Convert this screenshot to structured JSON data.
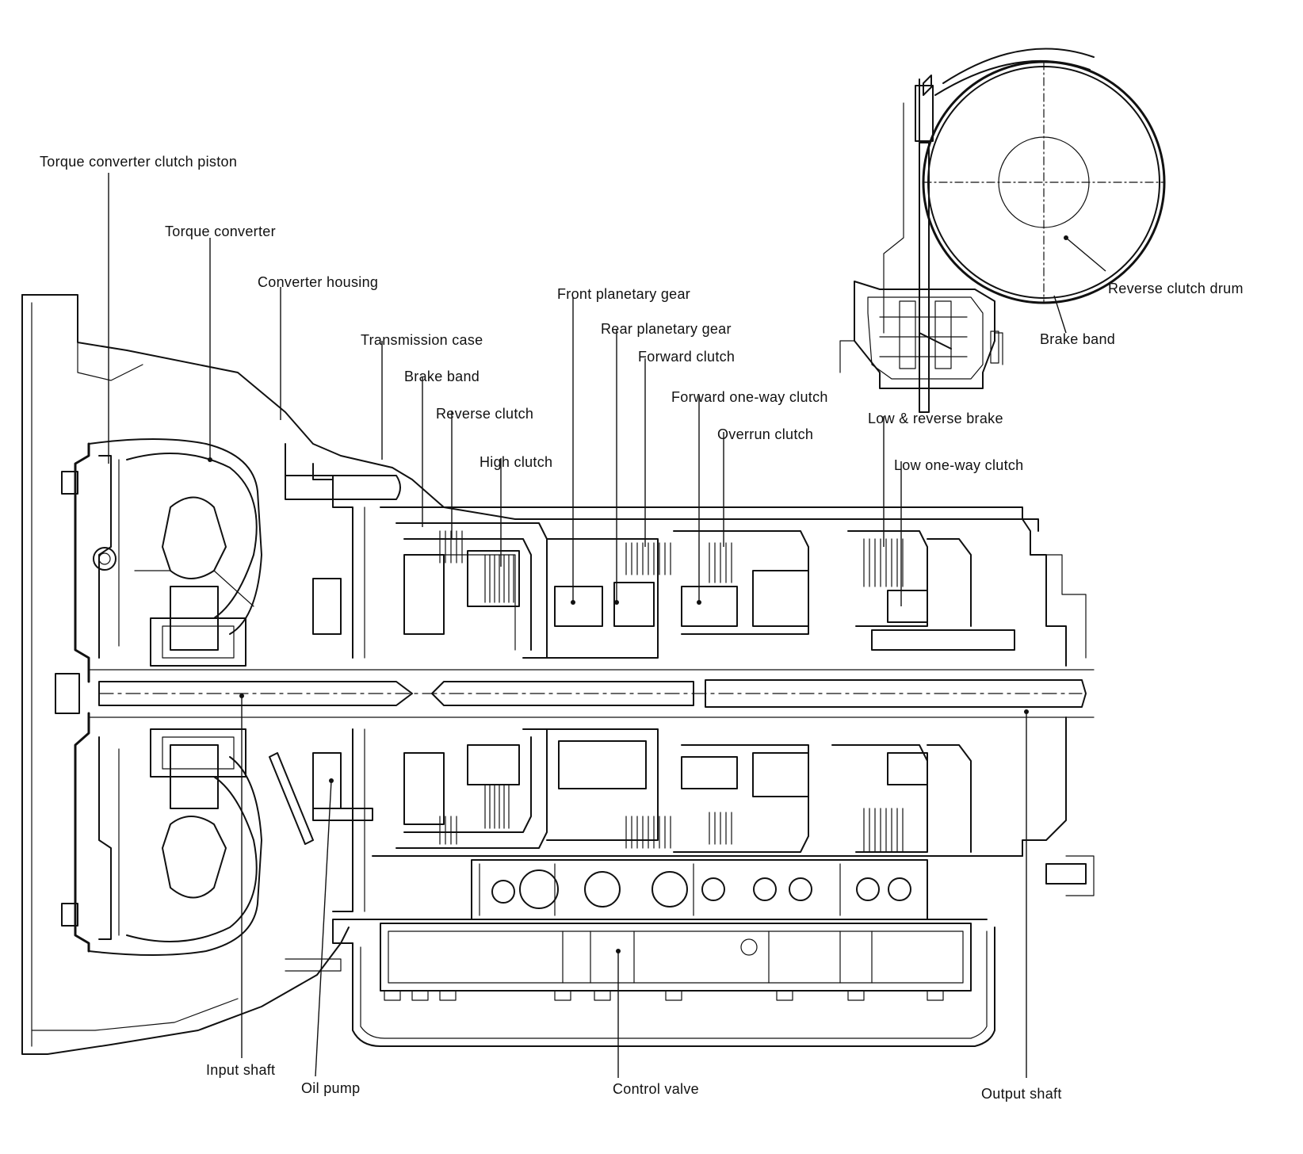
{
  "labels": {
    "torque_converter_clutch_piston": "Torque converter clutch piston",
    "torque_converter": "Torque converter",
    "converter_housing": "Converter housing",
    "transmission_case": "Transmission case",
    "brake_band": "Brake band",
    "reverse_clutch": "Reverse clutch",
    "high_clutch": "High clutch",
    "front_planetary_gear": "Front planetary gear",
    "rear_planetary_gear": "Rear planetary gear",
    "forward_clutch": "Forward clutch",
    "forward_one_way_clutch": "Forward one-way clutch",
    "overrun_clutch": "Overrun clutch",
    "low_reverse_brake": "Low & reverse brake",
    "low_one_way_clutch": "Low one-way clutch",
    "reverse_clutch_drum": "Reverse clutch drum",
    "inset_brake_band": "Brake band",
    "input_shaft": "Input shaft",
    "oil_pump": "Oil pump",
    "control_valve": "Control valve",
    "output_shaft": "Output shaft"
  }
}
